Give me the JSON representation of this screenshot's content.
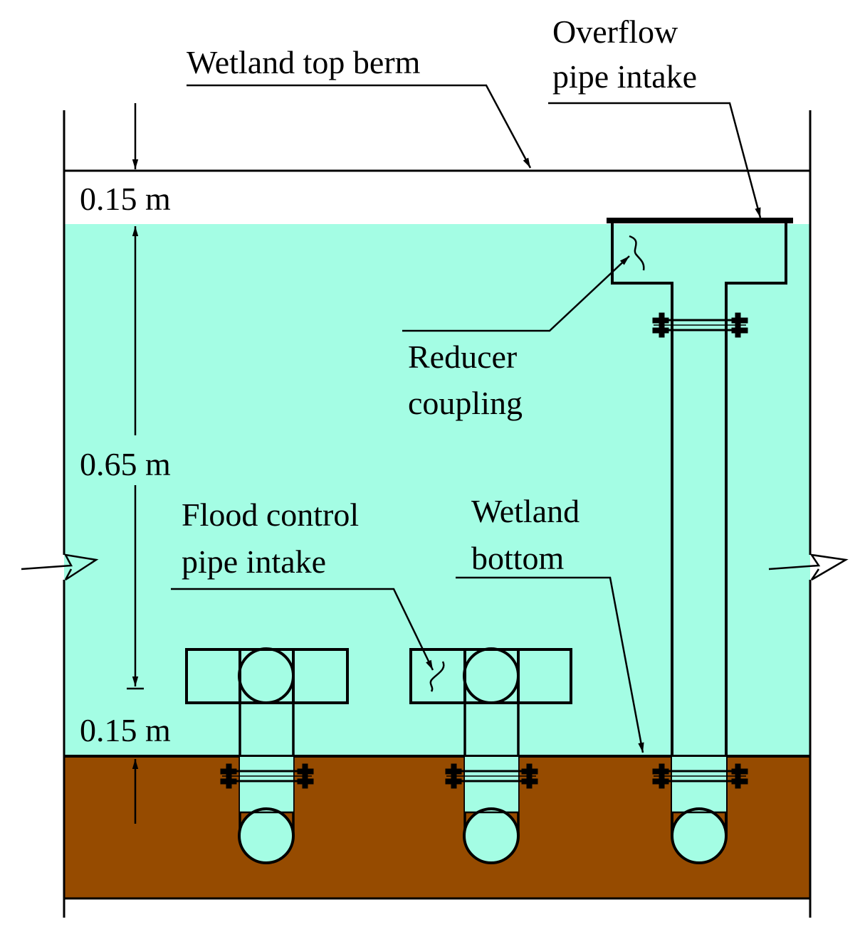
{
  "labels": {
    "top_berm": "Wetland top berm",
    "overflow_line1": "Overflow",
    "overflow_line2": "pipe intake",
    "reducer_line1": "Reducer",
    "reducer_line2": "coupling",
    "flood_line1": "Flood control",
    "flood_line2": "pipe intake",
    "bottom_line1": "Wetland",
    "bottom_line2": "bottom"
  },
  "dimensions": {
    "freeboard": "0.15 m",
    "water_depth": "0.65 m",
    "bottom_offset": "0.15 m"
  },
  "colors": {
    "water": "#a4fde4",
    "soil": "#964b00",
    "line": "#000000",
    "background": "#ffffff"
  }
}
